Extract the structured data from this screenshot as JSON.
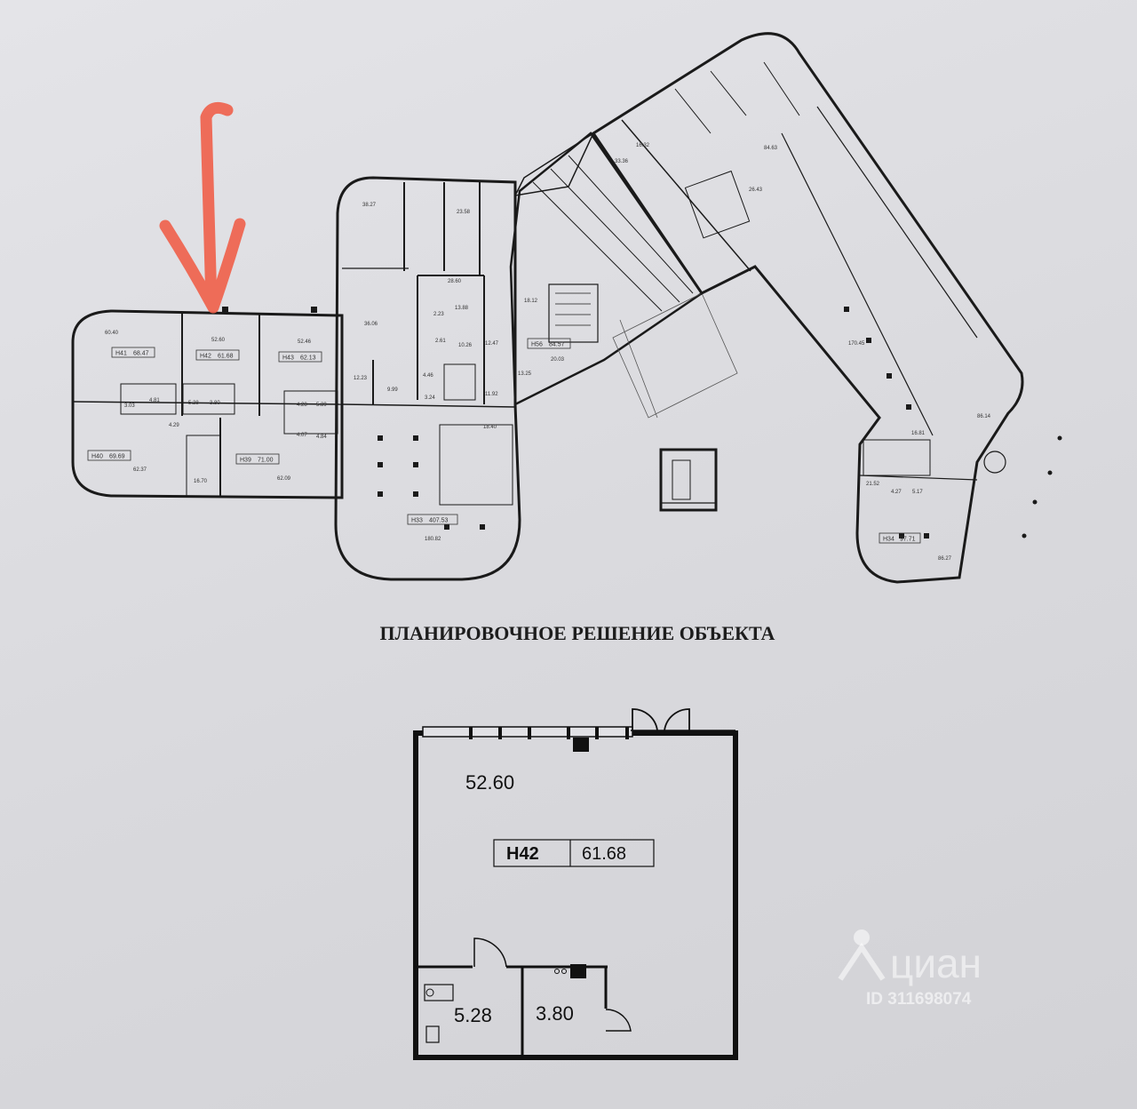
{
  "title": "ПЛАНИРОВОЧНОЕ РЕШЕНИЕ ОБЪЕКТА",
  "colors": {
    "arrow": "#f0604a",
    "wall": "#1a1a1a",
    "paper": "#e1e1e5"
  },
  "overview": {
    "units": [
      {
        "code": "Н41",
        "area": "68.47",
        "room": "60.40"
      },
      {
        "code": "Н42",
        "area": "61.68",
        "room": "52.60"
      },
      {
        "code": "Н43",
        "area": "62.13",
        "room": "52.46"
      },
      {
        "code": "Н40",
        "area": "69.69",
        "room": "62.37"
      },
      {
        "code": "Н39",
        "area": "71.00",
        "room": "62.09"
      },
      {
        "code": "Н33",
        "area": "407.53",
        "room": "180.82"
      },
      {
        "code": "Н56",
        "area": "84.57",
        "room": "20.03"
      },
      {
        "code": "Н34",
        "area": "97.71",
        "room": "86.27"
      }
    ],
    "rooms": [
      "38.27",
      "23.58",
      "36.06",
      "13.88",
      "10.26",
      "12.23",
      "9.99",
      "28.60",
      "18.12",
      "18.40",
      "13.25",
      "11.92",
      "33.36",
      "16.32",
      "84.63",
      "26.43",
      "170.45",
      "86.14",
      "16.81",
      "21.52",
      "4.27",
      "5.17",
      "5.28",
      "3.80",
      "4.81",
      "5.39",
      "4.28",
      "4.07",
      "4.84",
      "16.70",
      "4.29",
      "3.03",
      "3.24",
      "4.46",
      "2.61",
      "2.23",
      "12.47"
    ]
  },
  "detail": {
    "main_area": "52.60",
    "unit_code": "Н42",
    "unit_area": "61.68",
    "wc_area": "5.28",
    "storage_area": "3.80"
  },
  "watermark": {
    "brand": "циан",
    "id": "ID 311698074"
  }
}
